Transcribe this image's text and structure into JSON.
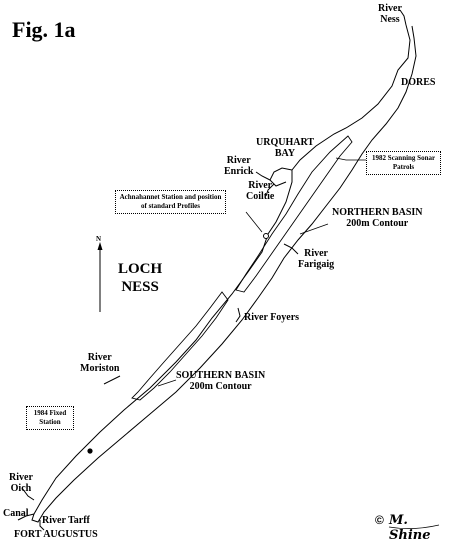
{
  "figure": {
    "title": "Fig. 1a"
  },
  "labels": {
    "river_ness": {
      "line1": "River",
      "line2": "Ness"
    },
    "dores": "DORES",
    "urquhart_bay": {
      "line1": "URQUHART",
      "line2": "BAY"
    },
    "river_enrick": {
      "line1": "River",
      "line2": "Enrick"
    },
    "river_coiltie": {
      "line1": "River",
      "line2": "Coiltie"
    },
    "northern_basin": {
      "line1": "NORTHERN BASIN",
      "line2": "200m Contour"
    },
    "river_farigaig": {
      "line1": "River",
      "line2": "Farigaig"
    },
    "loch_ness": {
      "line1": "LOCH",
      "line2": "NESS"
    },
    "river_foyers": "River Foyers",
    "river_moriston": {
      "line1": "River",
      "line2": "Moriston"
    },
    "southern_basin": {
      "line1": "SOUTHERN BASIN",
      "line2": "200m Contour"
    },
    "river_oich": {
      "line1": "River",
      "line2": "Oich"
    },
    "canal": "Canal",
    "river_tarff": "River Tarff",
    "fort_augustus": "FORT AUGUSTUS"
  },
  "boxes": {
    "sonar": {
      "line1": "1982 Scanning Sonar",
      "line2": "Patrols"
    },
    "achnahannet": {
      "line1": "Achnahannet Station and",
      "line2": "position of standard Profiles"
    },
    "fixed_station": {
      "line1": "1984",
      "line2": "Fixed Station"
    }
  },
  "north_arrow": {
    "letter": "N"
  },
  "credit": {
    "symbol": "©",
    "signature": "M. Shine"
  },
  "colors": {
    "ink": "#000000",
    "paper": "#ffffff"
  }
}
